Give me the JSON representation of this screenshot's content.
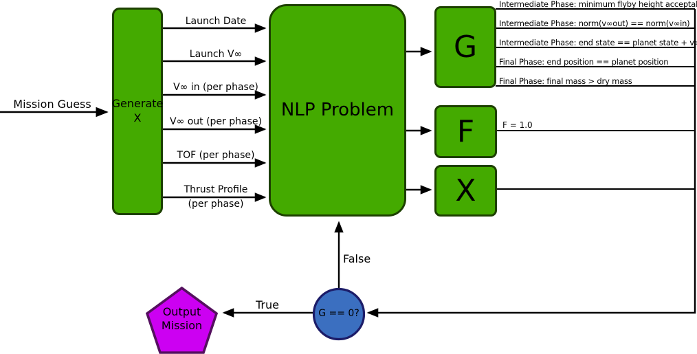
{
  "colors": {
    "box_green": "#44aa00",
    "box_green_border": "#1d4000",
    "circle_blue": "#3b6fc0",
    "circle_blue_border": "#1c1c68",
    "pentagon_magenta": "#cc00f2",
    "pentagon_border": "#55105f",
    "line_black": "#000000"
  },
  "nodes": {
    "mission_guess": "Mission Guess",
    "generate_x": {
      "line1": "Generate",
      "line2": "X"
    },
    "nlp": "NLP Problem",
    "g_box": "G",
    "f_box": "F",
    "x_box": "X",
    "decision": "G == 0?",
    "output": {
      "line1": "Output",
      "line2": "Mission"
    }
  },
  "input_arrows": [
    {
      "label": "Launch Date"
    },
    {
      "label": "Launch V∞"
    },
    {
      "label": "V∞ in (per phase)"
    },
    {
      "label": "V∞ out (per phase)"
    },
    {
      "label": "TOF (per phase)"
    },
    {
      "label": "Thrust Profile",
      "label2": "(per phase)"
    }
  ],
  "constraints": [
    "Intermediate Phase: minimum flyby height acceptable",
    "Intermediate Phase: norm(v∞out) == norm(v∞in)",
    "Intermediate Phase: end state == planet state + v∞",
    "Final Phase: end position == planet position",
    "Final Phase: final mass > dry mass"
  ],
  "f_output": "F = 1.0",
  "branch_labels": {
    "false": "False",
    "true": "True"
  }
}
